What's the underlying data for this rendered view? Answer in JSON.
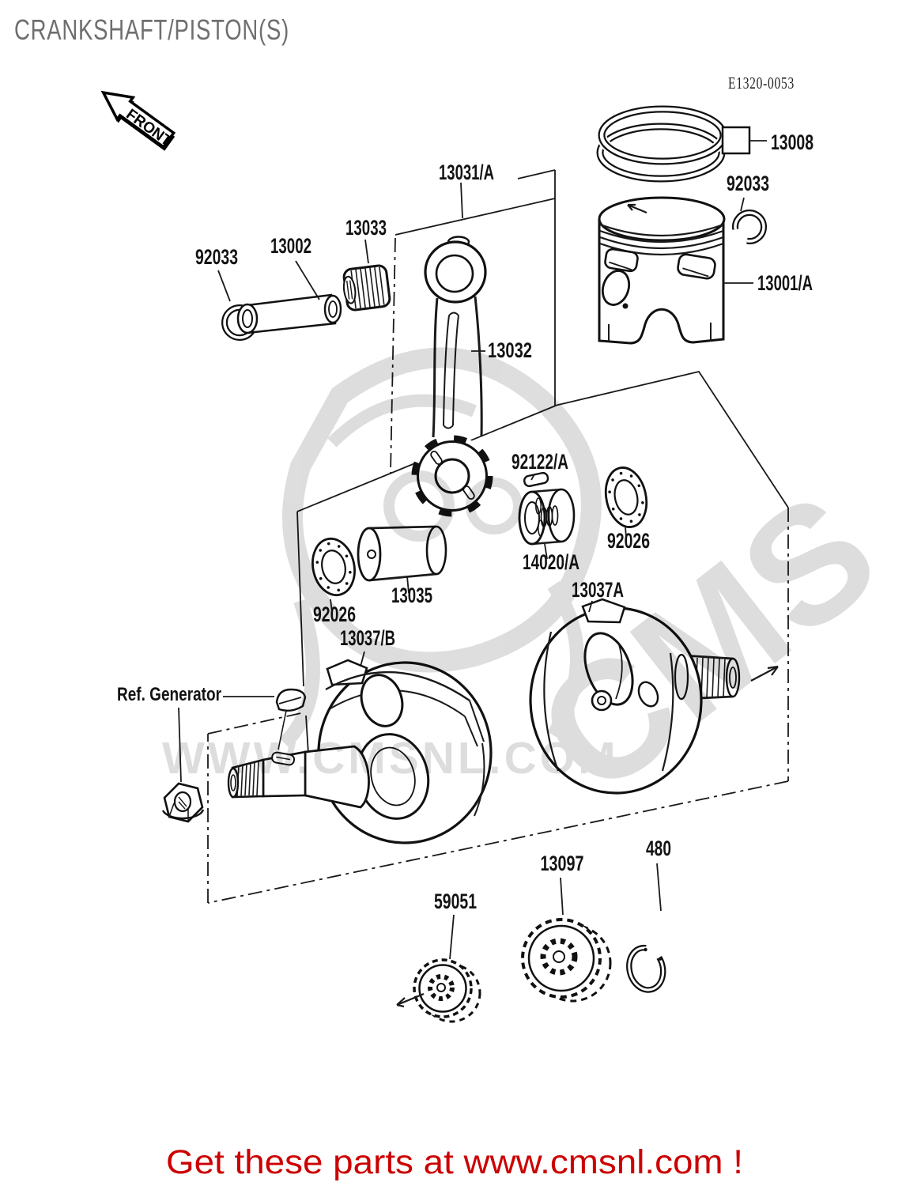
{
  "page": {
    "title": "CRANKSHAFT/PISTON(S)",
    "diagram_code": "E1320-0053",
    "footer_text": "Get these parts at www.cmsnl.com !"
  },
  "front_marker": {
    "label": "FRONT"
  },
  "watermark": {
    "logo_text": "CMS",
    "url_text": "WWW.CMSNL.COM"
  },
  "colors": {
    "line_black": "#1a1a1a",
    "title_gray": "#6f6f6f",
    "footer_red": "#cc0000",
    "watermark_gray": "#dddddd"
  },
  "part_labels": {
    "p13008": "13008",
    "p92033_right": "92033",
    "p13001a": "13001/A",
    "p13031a": "13031/A",
    "p13033": "13033",
    "p13002": "13002",
    "p92033_left": "92033",
    "p13032": "13032",
    "p92122a": "92122/A",
    "p14020a": "14020/A",
    "p92026_right": "92026",
    "p13035": "13035",
    "p92026_left": "92026",
    "p13037a": "13037A",
    "p13037b": "13037/B",
    "p_ref_generator": "Ref. Generator",
    "p13097": "13097",
    "p480": "480",
    "p59051": "59051"
  }
}
